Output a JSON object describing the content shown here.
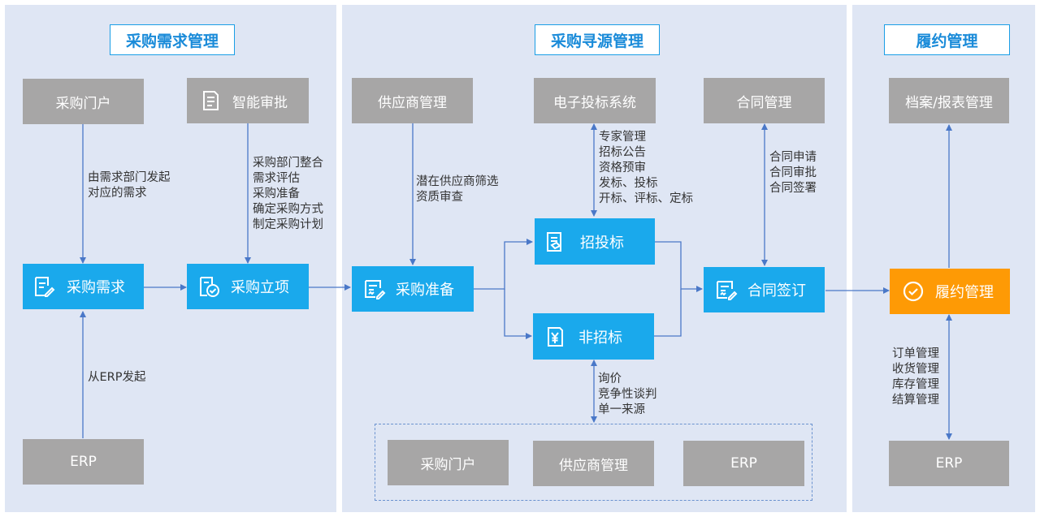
{
  "sections": [
    {
      "title": "采购需求管理"
    },
    {
      "title": "采购寻源管理"
    },
    {
      "title": "履约管理"
    }
  ],
  "demand": {
    "portal": "采购门户",
    "approval": "智能审批",
    "need": "采购需求",
    "project": "采购立项",
    "erp": "ERP",
    "note_portal": [
      "由需求部门发起",
      "对应的需求"
    ],
    "note_approval": [
      "采购部门整合",
      "需求评估",
      "采购准备",
      "确定采购方式",
      "制定采购计划"
    ],
    "note_erp": [
      "从ERP发起"
    ]
  },
  "sourcing": {
    "supplier_mgmt": "供应商管理",
    "ebid_system": "电子投标系统",
    "contract_mgmt": "合同管理",
    "prep": "采购准备",
    "tender": "招投标",
    "nontender": "非招标",
    "sign": "合同签订",
    "note_supplier": [
      "潜在供应商筛选",
      "资质审查"
    ],
    "note_ebid": [
      "专家管理",
      "招标公告",
      "资格预审",
      "发标、投标",
      "开标、评标、定标"
    ],
    "note_contract": [
      "合同申请",
      "合同审批",
      "合同签署"
    ],
    "note_nontender": [
      "询价",
      "竞争性谈判",
      "单一来源"
    ],
    "bottom": [
      "采购门户",
      "供应商管理",
      "ERP"
    ]
  },
  "fulfill": {
    "archive": "档案/报表管理",
    "perform": "履约管理",
    "erp": "ERP",
    "note": [
      "订单管理",
      "收货管理",
      "库存管理",
      "结算管理"
    ]
  },
  "colors": {
    "panel": "#dfe6f4",
    "blue_box": "#1aa9ec",
    "gray_box": "#a7a6a6",
    "orange_box": "#fe9a05",
    "arrow": "#4a78c8",
    "title_text": "#1a8bd9"
  },
  "icons": [
    "document-edit-icon",
    "checklist-icon",
    "check-circle-icon",
    "tender-doc-icon",
    "yuan-doc-icon"
  ]
}
